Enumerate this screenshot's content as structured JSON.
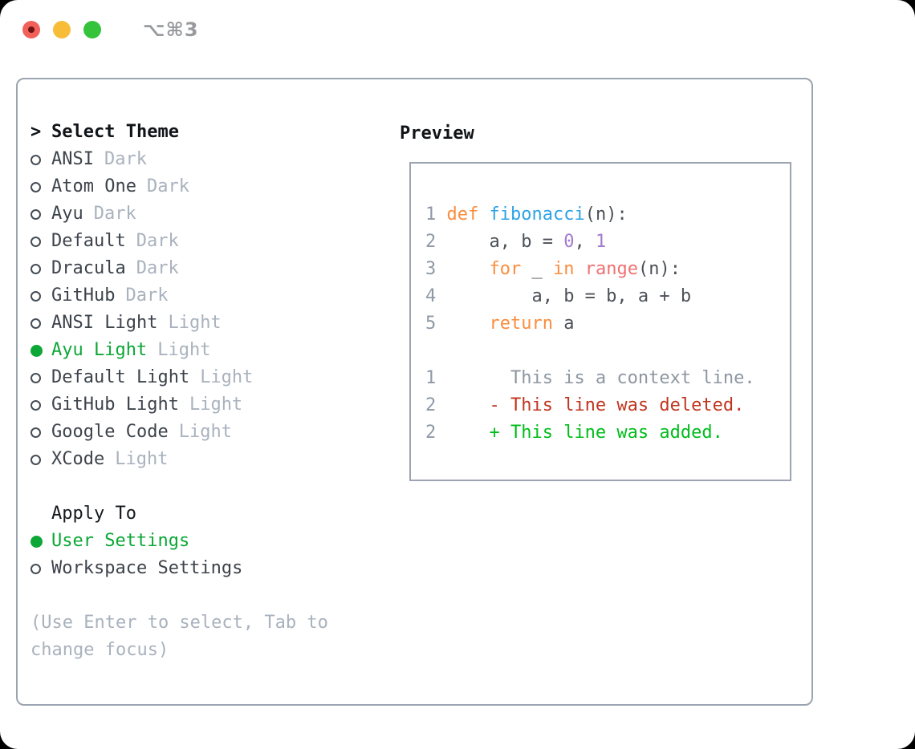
{
  "window": {
    "title": "⌥⌘3",
    "traffic_lights": [
      "close",
      "minimize",
      "zoom"
    ]
  },
  "colors": {
    "accent": "#0ca736",
    "text_dark": "#3d434b",
    "muted": "#a9b2bd",
    "panel_border": "#9ba4b0",
    "traffic": {
      "close": "#f2605a",
      "close_dot": "#6e1412",
      "min": "#f7bd39",
      "zoom": "#35c33c"
    },
    "syntax": {
      "gutter": "#8f99a6",
      "keyword": "#fa8d3e",
      "function": "#2ea3e6",
      "number": "#a37acc",
      "builtin": "#f07171",
      "plain": "#4c5158",
      "context": "#8d96a1",
      "deleted": "#c0351f",
      "added": "#00bd1b"
    }
  },
  "theme_list": {
    "header_marker": ">",
    "header": "Select Theme",
    "items": [
      {
        "name": "ANSI",
        "variant": "Dark",
        "selected": false
      },
      {
        "name": "Atom One",
        "variant": "Dark",
        "selected": false
      },
      {
        "name": "Ayu",
        "variant": "Dark",
        "selected": false
      },
      {
        "name": "Default",
        "variant": "Dark",
        "selected": false
      },
      {
        "name": "Dracula",
        "variant": "Dark",
        "selected": false
      },
      {
        "name": "GitHub",
        "variant": "Dark",
        "selected": false
      },
      {
        "name": "ANSI Light",
        "variant": "Light",
        "selected": false
      },
      {
        "name": "Ayu Light",
        "variant": "Light",
        "selected": true
      },
      {
        "name": "Default Light",
        "variant": "Light",
        "selected": false
      },
      {
        "name": "GitHub Light",
        "variant": "Light",
        "selected": false
      },
      {
        "name": "Google Code",
        "variant": "Light",
        "selected": false
      },
      {
        "name": "XCode",
        "variant": "Light",
        "selected": false
      }
    ]
  },
  "apply_to": {
    "header": "Apply To",
    "options": [
      {
        "label": "User Settings",
        "selected": true
      },
      {
        "label": "Workspace Settings",
        "selected": false
      }
    ]
  },
  "hint": "(Use Enter to select, Tab to change focus)",
  "preview": {
    "header": "Preview",
    "lines": [
      [
        {
          "t": "1 ",
          "c": "gut"
        },
        {
          "t": "def ",
          "c": "kw"
        },
        {
          "t": "fibonacci",
          "c": "fn"
        },
        {
          "t": "(n):",
          "c": "pl"
        }
      ],
      [
        {
          "t": "2 ",
          "c": "gut"
        },
        {
          "t": "    a, b = ",
          "c": "pl"
        },
        {
          "t": "0",
          "c": "num"
        },
        {
          "t": ", ",
          "c": "pl"
        },
        {
          "t": "1",
          "c": "num"
        }
      ],
      [
        {
          "t": "3 ",
          "c": "gut"
        },
        {
          "t": "    ",
          "c": "pl"
        },
        {
          "t": "for",
          "c": "kw"
        },
        {
          "t": " _ ",
          "c": "pl"
        },
        {
          "t": "in",
          "c": "kw"
        },
        {
          "t": " ",
          "c": "pl"
        },
        {
          "t": "range",
          "c": "bi"
        },
        {
          "t": "(n):",
          "c": "pl"
        }
      ],
      [
        {
          "t": "4 ",
          "c": "gut"
        },
        {
          "t": "        a, b = b, a + b",
          "c": "pl"
        }
      ],
      [
        {
          "t": "5 ",
          "c": "gut"
        },
        {
          "t": "    ",
          "c": "pl"
        },
        {
          "t": "return",
          "c": "kw"
        },
        {
          "t": " a",
          "c": "pl"
        }
      ],
      [],
      [
        {
          "t": "1 ",
          "c": "gut"
        },
        {
          "t": "      This is a context line.",
          "c": "ctx"
        }
      ],
      [
        {
          "t": "2 ",
          "c": "gut"
        },
        {
          "t": "    - This line was deleted.",
          "c": "del"
        }
      ],
      [
        {
          "t": "2 ",
          "c": "gut"
        },
        {
          "t": "    + This line was added.",
          "c": "add"
        }
      ]
    ]
  }
}
